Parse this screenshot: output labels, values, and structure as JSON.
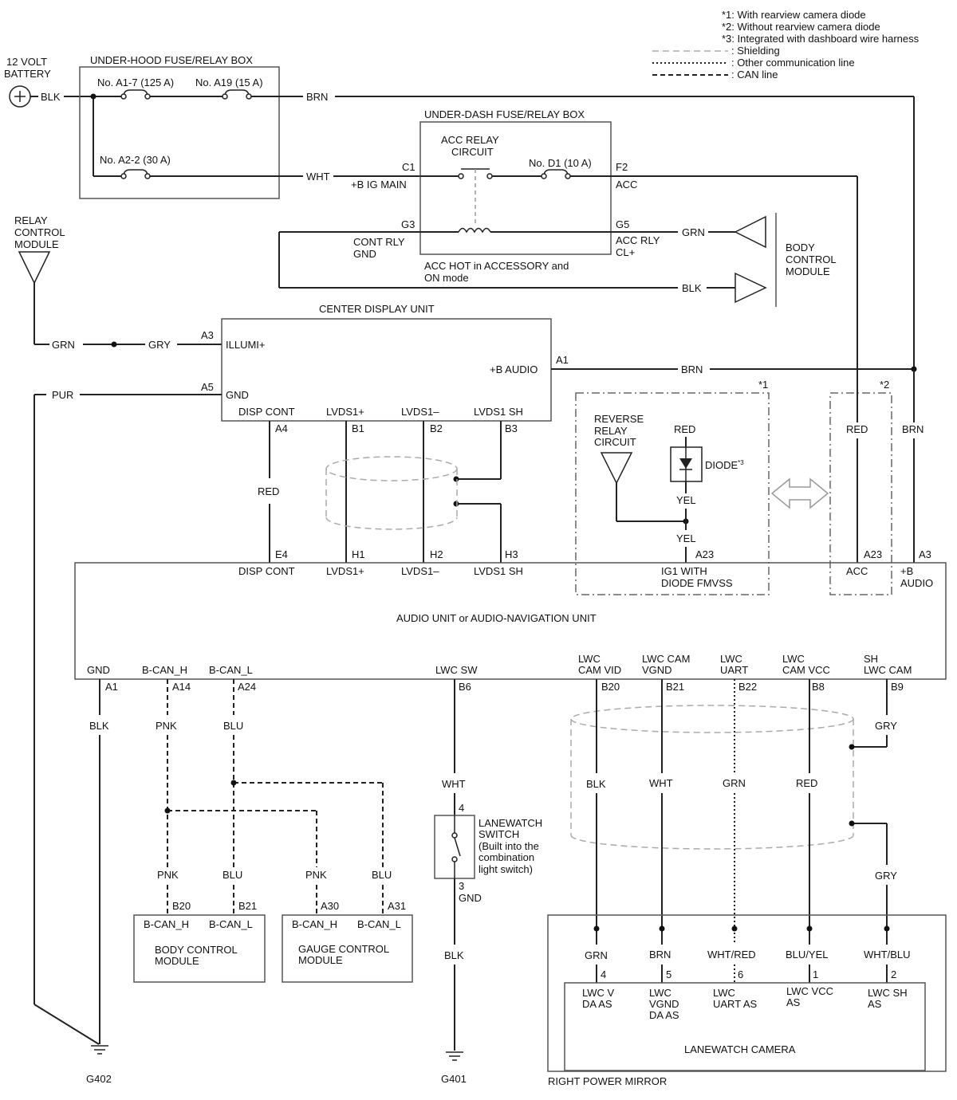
{
  "legend": {
    "n1": "*1: With rearview camera diode",
    "n2": "*2: Without rearview camera diode",
    "n3": "*3: Integrated with dashboard wire harness",
    "shielding": ": Shielding",
    "other_comm": ": Other communication line",
    "can": ": CAN line"
  },
  "battery": {
    "title1": "12 VOLT",
    "title2": "BATTERY",
    "wire": "BLK"
  },
  "underhood": {
    "title": "UNDER-HOOD FUSE/RELAY BOX",
    "fuse_a17": "No. A1-7 (125 A)",
    "fuse_a19": "No. A19 (15 A)",
    "fuse_a22": "No. A2-2 (30 A)",
    "wire_brn": "BRN",
    "wire_wht": "WHT"
  },
  "underdash": {
    "title": "UNDER-DASH FUSE/RELAY BOX",
    "acc_relay1": "ACC RELAY",
    "acc_relay2": "CIRCUIT",
    "fuse_d1": "No. D1 (10 A)",
    "c1": "C1",
    "bigmain": "+B IG MAIN",
    "f2": "F2",
    "acc": "ACC",
    "g3": "G3",
    "cont1": "CONT RLY",
    "cont2": "GND",
    "g5": "G5",
    "accrly1": "ACC RLY",
    "accrly2": "CL+",
    "note1": "ACC HOT in ACCESSORY and",
    "note2": "ON mode"
  },
  "bcm_top": {
    "l1": "BODY",
    "l2": "CONTROL",
    "l3": "MODULE",
    "wire_grn": "GRN",
    "wire_blk": "BLK"
  },
  "relay_module": {
    "l1": "RELAY",
    "l2": "CONTROL",
    "l3": "MODULE"
  },
  "cdu": {
    "title": "CENTER DISPLAY UNIT",
    "a3": "A3",
    "illumi": "ILLUMI+",
    "a5": "A5",
    "gnd": "GND",
    "a1": "A1",
    "baudio": "+B AUDIO",
    "disp_cont": "DISP CONT",
    "lvds1p": "LVDS1+",
    "lvds1m": "LVDS1–",
    "lvds1sh": "LVDS1 SH",
    "a4": "A4",
    "b1": "B1",
    "b2": "B2",
    "b3": "B3",
    "wire_grn": "GRN",
    "wire_gry": "GRY",
    "wire_pur": "PUR",
    "wire_brn": "BRN",
    "wire_red": "RED"
  },
  "opt1": {
    "mark": "*1",
    "rev1": "REVERSE",
    "rev2": "RELAY",
    "rev3": "CIRCUIT",
    "red": "RED",
    "diode": "DIODE",
    "diode_sup": "*3",
    "yel1": "YEL",
    "yel2": "YEL",
    "a23": "A23",
    "ig1": "IG1 WITH",
    "ig2": "DIODE FMVSS"
  },
  "opt2": {
    "mark": "*2",
    "red": "RED",
    "brn": "BRN",
    "a23": "A23",
    "acc": "ACC"
  },
  "audio": {
    "title": "AUDIO UNIT or AUDIO-NAVIGATION UNIT",
    "e4": "E4",
    "h1": "H1",
    "h2": "H2",
    "h3": "H3",
    "a3": "A3",
    "disp_cont": "DISP CONT",
    "lvds1p": "LVDS1+",
    "lvds1m": "LVDS1–",
    "lvds1sh": "LVDS1 SH",
    "baudio1": "+B",
    "baudio2": "AUDIO",
    "gnd": "GND",
    "bcanh": "B-CAN_H",
    "bcanl": "B-CAN_L",
    "lwcsw": "LWC SW",
    "lwc_vid1": "LWC",
    "lwc_vid2": "CAM VID",
    "lwc_vgnd1": "LWC CAM",
    "lwc_vgnd2": "VGND",
    "lwc_uart1": "LWC",
    "lwc_uart2": "UART",
    "lwc_vcc1": "LWC",
    "lwc_vcc2": "CAM VCC",
    "sh1": "SH",
    "sh2": "LWC CAM",
    "a1": "A1",
    "a14": "A14",
    "a24": "A24",
    "b6": "B6",
    "b20": "B20",
    "b21": "B21",
    "b22": "B22",
    "b8": "B8",
    "b9": "B9"
  },
  "lower_wires": {
    "blk": "BLK",
    "pnk": "PNK",
    "blu": "BLU",
    "wht": "WHT",
    "cam_blk": "BLK",
    "cam_wht": "WHT",
    "cam_grn": "GRN",
    "cam_red": "RED",
    "gry1": "GRY",
    "gry2": "GRY",
    "pnk2": "PNK",
    "blu2": "BLU",
    "pnk3": "PNK",
    "blu3": "BLU",
    "sw_blk": "BLK"
  },
  "switch": {
    "pin4": "4",
    "pin3": "3",
    "gnd": "GND",
    "l1": "LANEWATCH",
    "l2": "SWITCH",
    "l3": "(Built into the",
    "l4": "combination",
    "l5": "light switch)"
  },
  "bcm_bottom": {
    "b20": "B20",
    "b21": "B21",
    "canh": "B-CAN_H",
    "canl": "B-CAN_L",
    "l1": "BODY CONTROL",
    "l2": "MODULE"
  },
  "gcm": {
    "a30": "A30",
    "a31": "A31",
    "canh": "B-CAN_H",
    "canl": "B-CAN_L",
    "l1": "GAUGE CONTROL",
    "l2": "MODULE"
  },
  "mirror": {
    "title": "RIGHT POWER MIRROR",
    "camera": "LANEWATCH CAMERA",
    "w_grn": "GRN",
    "w_brn": "BRN",
    "w_whtred": "WHT/RED",
    "w_bluyel": "BLU/YEL",
    "w_whtblu": "WHT/BLU",
    "p4": "4",
    "p5": "5",
    "p6": "6",
    "p1": "1",
    "p2": "2",
    "t1a": "LWC V",
    "t1b": "DA AS",
    "t2a": "LWC",
    "t2b": "VGND",
    "t2c": "DA AS",
    "t3a": "LWC",
    "t3b": "UART AS",
    "t4a": "LWC VCC",
    "t4b": "AS",
    "t5a": "LWC SH",
    "t5b": "AS"
  },
  "grounds": {
    "g402": "G402",
    "g401": "G401"
  }
}
